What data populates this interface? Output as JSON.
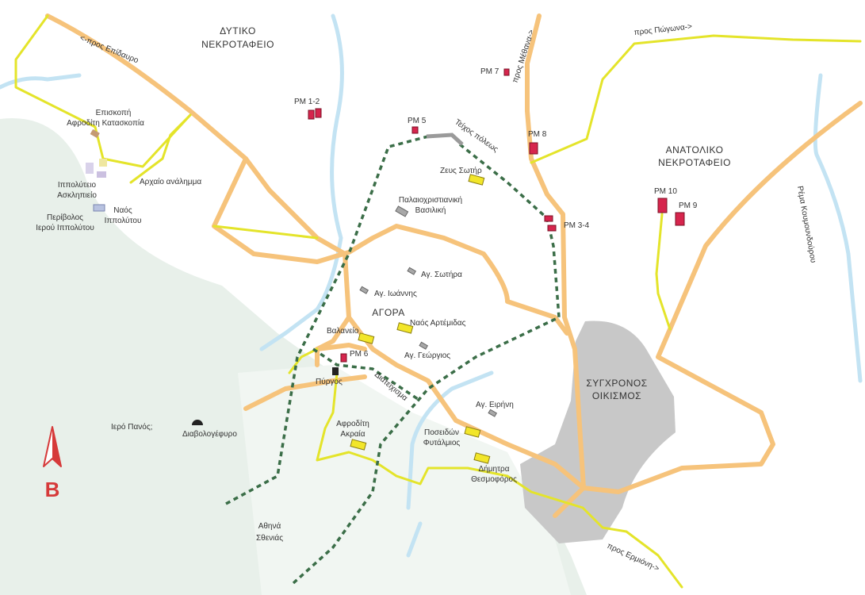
{
  "colors": {
    "road": "#f6c37b",
    "path": "#e4e42a",
    "river": "#c3e3f3",
    "wall": "#3b6e48",
    "tomb": "#d6254d",
    "temple": "#f2e62a",
    "church": "#a8a8a8",
    "settlement": "#c8c8c8",
    "forest": "#e8f0ea",
    "north": "#d63a3a"
  },
  "areas": {
    "west_cemetery": [
      "ΔΥΤΙΚΟ",
      "ΝΕΚΡΟΤΑΦΕΙΟ"
    ],
    "east_cemetery": [
      "ΑΝΑΤΟΛΙΚΟ",
      "ΝΕΚΡΟΤΑΦΕΙΟ"
    ],
    "agora": "ΑΓΟΡΑ",
    "modern": [
      "ΣΥΓΧΡΟΝΟΣ",
      "ΟΙΚΙΣΜΟΣ"
    ]
  },
  "directions": {
    "epidavros": "<-προς Επίδαυρο",
    "methana": "προς Μέθανα->",
    "pogona": "προς Πώγωνα->",
    "ermioni": "προς Ερμιόνη->"
  },
  "tombs": {
    "pm12": "PM 1-2",
    "pm5": "PM 5",
    "pm7": "PM 7",
    "pm8": "PM 8",
    "pm34": "PM 3-4",
    "pm10": "PM 10",
    "pm9": "PM 9",
    "pm6": "PM 6"
  },
  "sites": {
    "episkopi": [
      "Επισκοπή",
      "Αφροδίτη Κατασκοπία"
    ],
    "asklepieio": [
      "Ιππολύτειο",
      "Ασκληπιείο"
    ],
    "naos_ippolytou": [
      "Ναός",
      "Ιππολύτου"
    ],
    "perivolos": [
      "Περίβολος",
      "Ιερού Ιππολύτου"
    ],
    "analimma": "Αρχαίο ανάλημμα",
    "teichos": "Τείχος πόλεως",
    "zeus": "Ζευς Σωτήρ",
    "basiliki": [
      "Παλαιοχριστιανική",
      "Βασιλική"
    ],
    "ag_sotira": "Αγ. Σωτήρα",
    "ag_ioannis": "Αγ. Ιωάννης",
    "artemis": "Ναός Αρτέμιδας",
    "valaneio": "Βαλανείο",
    "ag_georgios": "Αγ. Γεώργιος",
    "pyrgos": "Πύργος",
    "diateichisma": "Διατείχισμα",
    "ag_eirini": "Αγ. Ειρήνη",
    "aphrodite_akraia": [
      "Αφροδίτη",
      "Ακραία"
    ],
    "poseidon": [
      "Ποσειδών",
      "Φυτάλμιος"
    ],
    "demeter": [
      "Δήμητρα",
      "Θεσμοφόρος"
    ],
    "iero_panos": "Ιερό Πανός;",
    "diavologefyro": "Διαβολογέφυρο",
    "athena": [
      "Αθηνά",
      "Σθενιάς"
    ],
    "rema": "Ρέμα Κουμουνδούρου"
  },
  "north_label": "B"
}
